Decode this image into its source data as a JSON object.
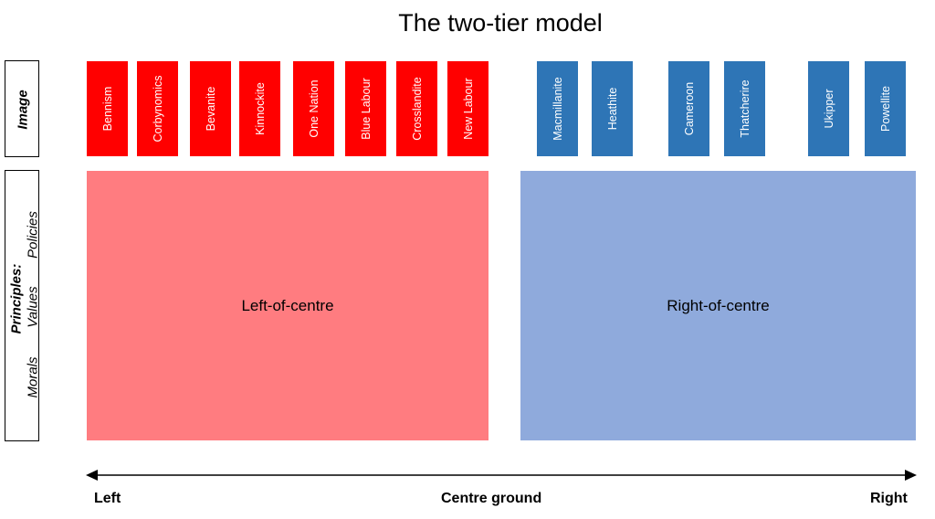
{
  "title": "The two-tier model",
  "side_labels": {
    "image": "Image",
    "principles": "Principles:",
    "policies": "Policies",
    "values": "Values",
    "morals": "Morals"
  },
  "tiles_left": [
    "Bennism",
    "Corbynomics",
    "Bevanite",
    "Kinnockite",
    "One Nation",
    "Blue Labour",
    "Crosslandite",
    "New Labour"
  ],
  "tiles_right": [
    "Macmillanite",
    "Heathite",
    "Cameroon",
    "Thatcherire",
    "Ukipper",
    "Powellite"
  ],
  "blocks": {
    "left": "Left-of-centre",
    "right": "Right-of-centre"
  },
  "axis": {
    "left": "Left",
    "centre": "Centre ground",
    "right": "Right"
  },
  "colors": {
    "tile_left": "#ff0000",
    "tile_right": "#2e75b6",
    "block_left": "#ff7c80",
    "block_right": "#8faadc"
  }
}
